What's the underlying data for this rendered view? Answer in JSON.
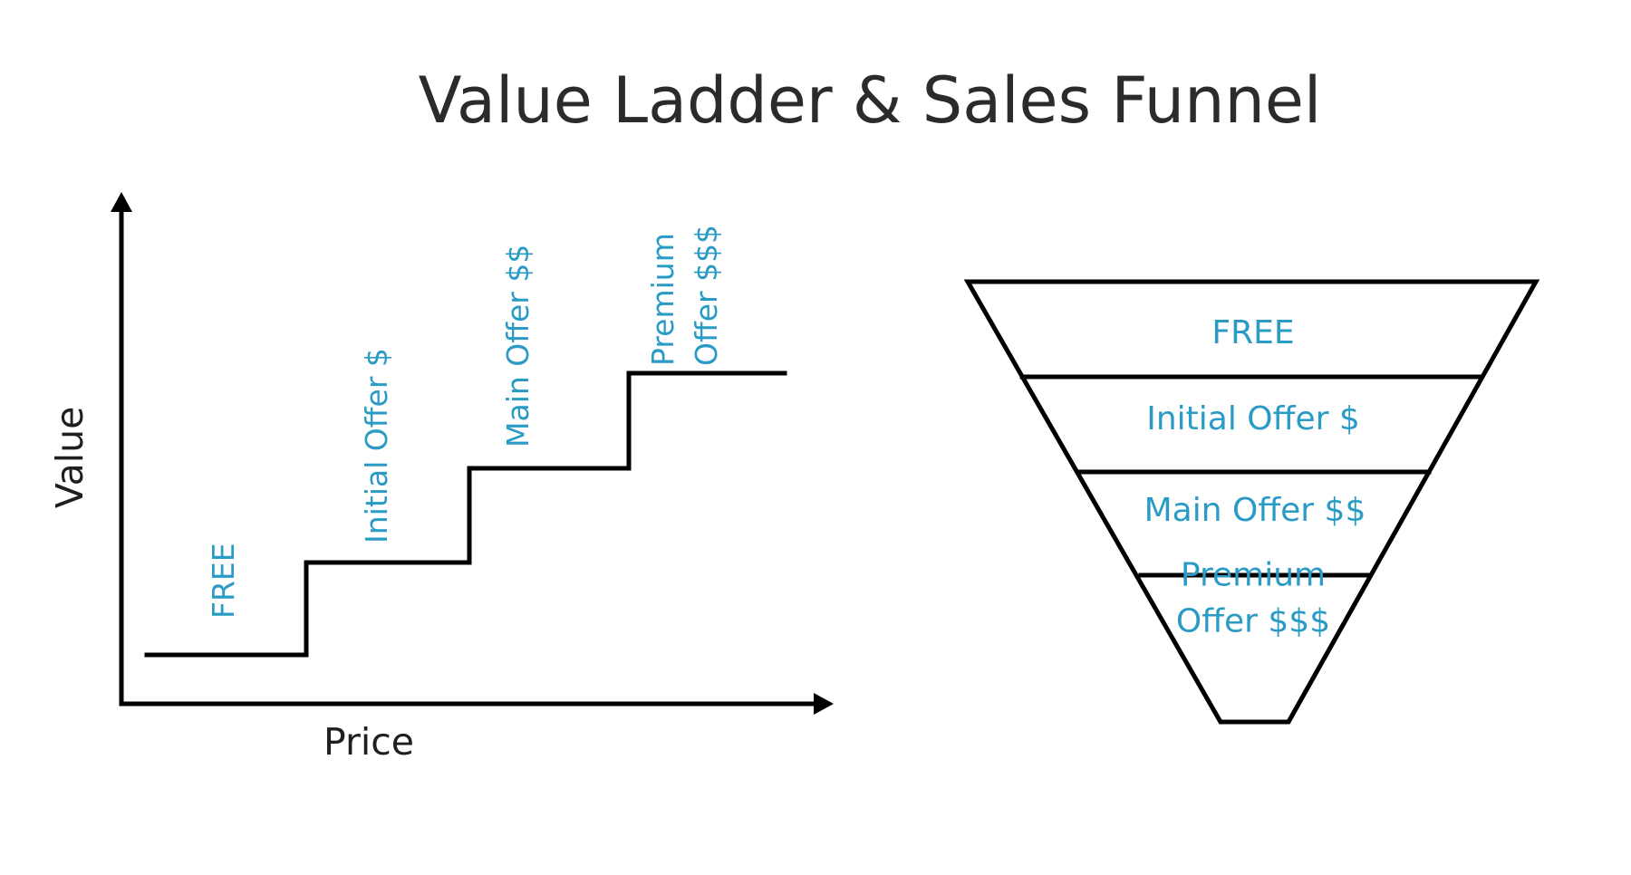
{
  "title": "Value Ladder & Sales Funnel",
  "colors": {
    "accent": "#2a9bc4",
    "line": "#000000",
    "title": "#2b2b2b",
    "background": "#ffffff"
  },
  "ladder": {
    "y_axis_label": "Value",
    "x_axis_label": "Price",
    "steps": [
      {
        "lines": [
          "FREE"
        ]
      },
      {
        "lines": [
          "Initial Offer  $"
        ]
      },
      {
        "lines": [
          "Main Offer  $$"
        ]
      },
      {
        "lines": [
          "Premium",
          "Offer $$$"
        ]
      }
    ]
  },
  "funnel": {
    "tiers": [
      {
        "lines": [
          "FREE"
        ]
      },
      {
        "lines": [
          "Initial Offer  $"
        ]
      },
      {
        "lines": [
          "Main Offer  $$"
        ]
      },
      {
        "lines": [
          "Premium",
          "Offer $$$"
        ]
      }
    ]
  }
}
